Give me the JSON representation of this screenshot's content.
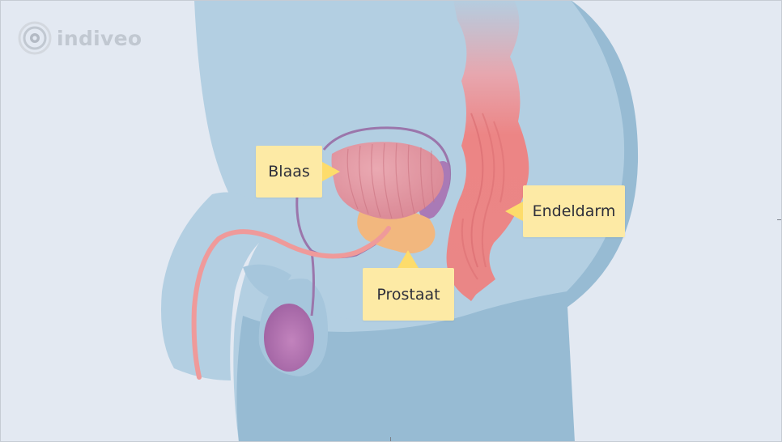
{
  "brand": {
    "name": "indiveo",
    "icon": "indiveo-logo-icon"
  },
  "labels": {
    "bladder": "Blaas",
    "rectum": "Endeldarm",
    "prostate": "Prostaat"
  },
  "colors": {
    "background": "#e3e9f2",
    "body": "#b3cfe2",
    "body_shadow": "#97bbd3",
    "bladder": "#e59aa5",
    "prostate": "#f2b77e",
    "rectum": "#ec8585",
    "vas_deferens": "#9b76ab",
    "testis": "#b072ad",
    "urethra": "#ef9a9a",
    "label_bg": "#fdeaa5",
    "label_pointer": "#fddc6b"
  }
}
